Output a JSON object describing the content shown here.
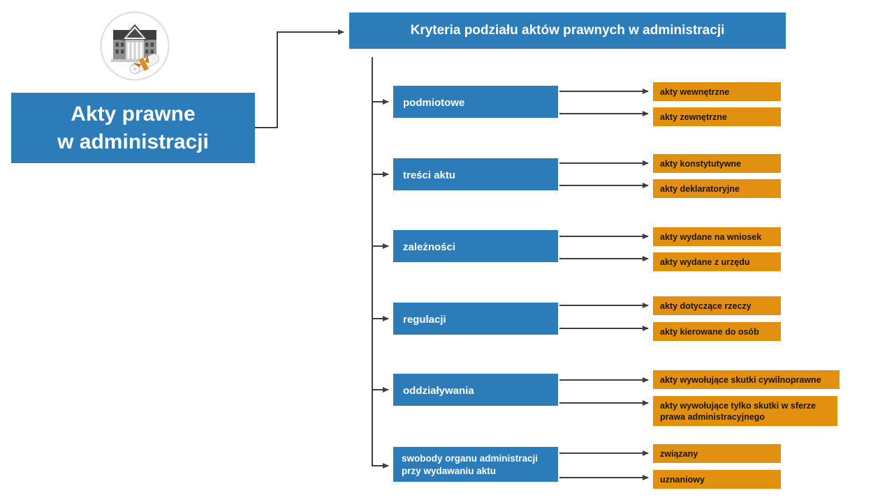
{
  "colors": {
    "blue": "#2b7cb9",
    "orange": "#e1900f",
    "orange_text": "#1f1503",
    "line": "#3f3f3f"
  },
  "root": {
    "line1": "Akty prawne",
    "line2": "w administracji"
  },
  "header": {
    "title": "Kryteria podziału aktów prawnych w administracji"
  },
  "icon": {
    "name": "government-building-icon"
  },
  "criteria": [
    {
      "label": "podmiotowe",
      "children": [
        "akty wewnętrzne",
        "akty zewnętrzne"
      ]
    },
    {
      "label": "treści aktu",
      "children": [
        "akty konstytutywne",
        "akty deklaratoryjne"
      ]
    },
    {
      "label": "zależności",
      "children": [
        "akty wydane na wniosek",
        "akty wydane z urzędu"
      ]
    },
    {
      "label": "regulacji",
      "children": [
        "akty dotyczące rzeczy",
        "akty kierowane do osób"
      ]
    },
    {
      "label": "oddziaływania",
      "children": [
        "akty wywołujące skutki cywilnoprawne",
        "akty wywołujące tylko skutki w sferze prawa administracyjnego"
      ]
    },
    {
      "label": "swobody organu administracji przy wydawaniu aktu",
      "children": [
        "związany",
        "uznaniowy"
      ]
    }
  ]
}
